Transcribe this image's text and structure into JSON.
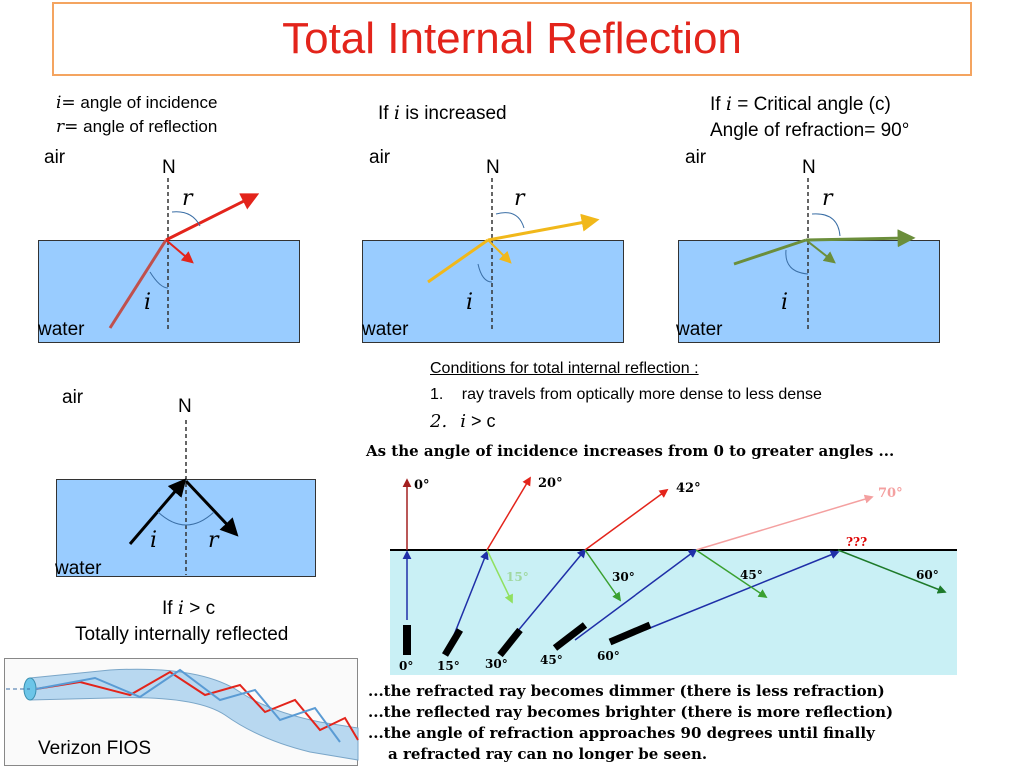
{
  "title": "Total Internal Reflection",
  "legend": {
    "i_def": "angle of incidence",
    "r_def": "angle of reflection",
    "i_sym": "i=",
    "r_sym": "r="
  },
  "panels": {
    "p1": {
      "air": "air",
      "water": "water",
      "normal": "N",
      "i": "i",
      "r": "r"
    },
    "p2": {
      "caption_pre": "If",
      "caption_sym": "i",
      "caption_post": "is increased",
      "air": "air",
      "water": "water",
      "normal": "N",
      "i": "i",
      "r": "r"
    },
    "p3": {
      "line1_pre": "If",
      "line1_sym": "i",
      "line1_post": "= Critical angle (c)",
      "line2": "Angle of refraction= 90°",
      "air": "air",
      "water": "water",
      "normal": "N",
      "i": "i",
      "r": "r"
    },
    "p4": {
      "air": "air",
      "water": "water",
      "normal": "N",
      "i": "i",
      "r": "r",
      "caption1_pre": "If",
      "caption1_sym": "i",
      "caption1_op": ">",
      "caption1_post": "c",
      "caption2": "Totally internally reflected"
    }
  },
  "conditions": {
    "heading": "Conditions for total internal reflection :",
    "item1_num": "1.",
    "item1": "ray travels from optically more dense to less dense",
    "item2_num": "2.",
    "item2_sym": "i",
    "item2_op": ">",
    "item2_post": "c"
  },
  "lower_diagram": {
    "heading": "As the angle of incidence increases from 0 to greater angles ...",
    "refracted_labels": [
      "0°",
      "20°",
      "42°",
      "70°"
    ],
    "reflected_labels": [
      "15°",
      "30°",
      "45°",
      "60°"
    ],
    "incidence_labels": [
      "0°",
      "15°",
      "30°",
      "45°",
      "60°"
    ],
    "unknown": "???",
    "notes": [
      "...the refracted ray becomes dimmer (there is less refraction)",
      "...the reflected ray becomes brighter (there is more reflection)",
      "...the angle of refraction approaches 90 degrees until finally",
      "a refracted ray can no longer be seen."
    ]
  },
  "fiber": {
    "label": "Verizon FIOS"
  },
  "colors": {
    "title": "#e3241b",
    "water": "#99ccff",
    "red_ray": "#e3241b",
    "yellow_ray": "#f1b81a",
    "green_ray": "#6b8e3b",
    "water_lower": "#c9f0f5"
  }
}
